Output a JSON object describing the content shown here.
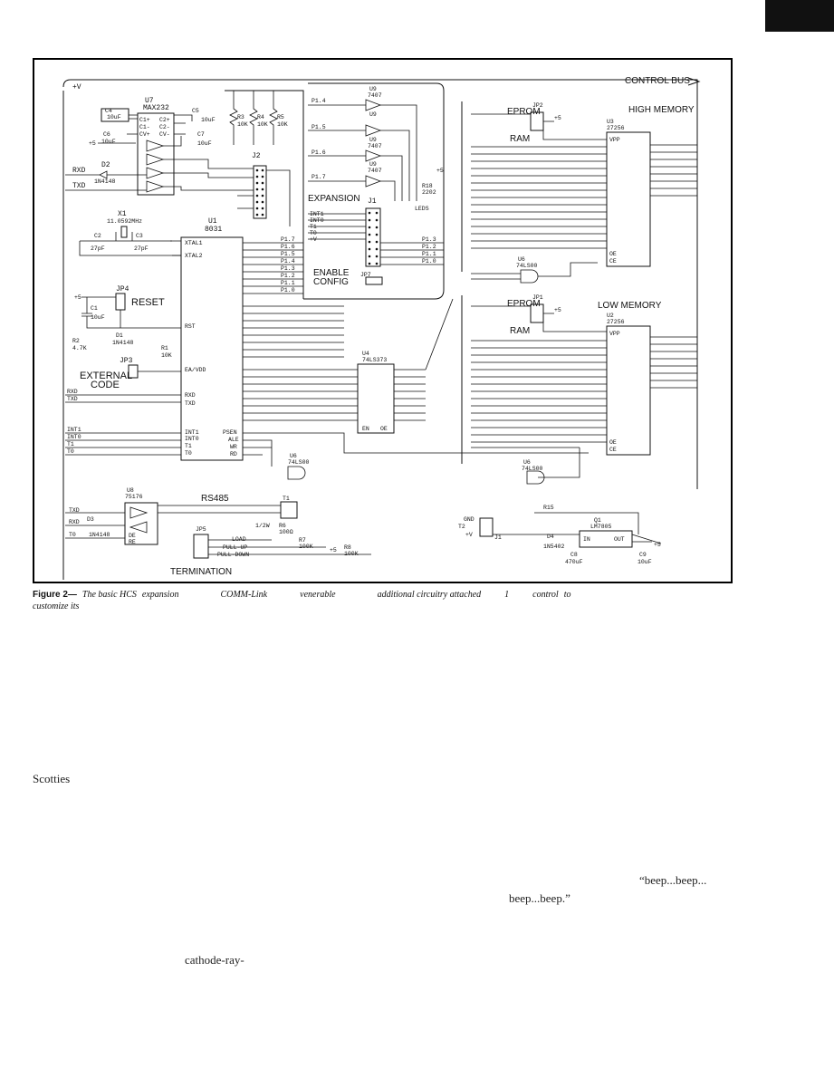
{
  "caption": [
    "Figure 2—",
    "The basic HCS",
    "expansion",
    "COMM-Link",
    "venerable",
    "additional circuitry attached",
    "1",
    "control",
    "to",
    "customize its"
  ],
  "body_fragments": [
    "Scotties",
    "“beep...beep...",
    "beep...beep.”",
    "cathode-ray-"
  ],
  "labels": {
    "control_bus": "CONTROL BUS",
    "plus_v": "+V",
    "u7": "U7",
    "max232": "MAX232",
    "c4": "C4",
    "c4v": "10uF",
    "c5": "C5",
    "c5v": "10uF",
    "c6": "C6",
    "c6v": "10uF",
    "c7": "C7",
    "c7v": "10uF",
    "c1p": "C1+",
    "c1n": "C1-",
    "c2p": "C2+",
    "c2n": "C2-",
    "cvp": "CV+",
    "cvn": "CV-",
    "r3": "R3",
    "r4": "R4",
    "r5": "R5",
    "r10k": "10K",
    "j2": "J2",
    "rxd": "RXD",
    "txd": "TXD",
    "d2": "D2",
    "d2v": "1N4148",
    "x1": "X1",
    "xtal": "11.0592MHz",
    "c2": "C2",
    "c3": "C3",
    "c27p": "27pF",
    "u1": "U1",
    "u1v": "8031",
    "xtal1": "XTAL1",
    "xtal2": "XTAL2",
    "jp4": "JP4",
    "reset": "RESET",
    "c1": "C1",
    "c1v": "10uF",
    "rst": "RST",
    "r2": "R2",
    "r2v": "4.7K",
    "d1": "D1",
    "d1v": "1N4148",
    "r1": "R1",
    "r1v": "10K",
    "jp3": "JP3",
    "external": "EXTERNAL",
    "code": "CODE",
    "ea": "EA/VDD",
    "rxd_pin": "RXD",
    "txd_pin": "TXD",
    "int1": "INT1",
    "int0": "INT0",
    "t1": "T1",
    "t0": "T0",
    "psen": "PSEN",
    "ale": "ALE",
    "wr": "WR",
    "rd": "RD",
    "u9": "U9",
    "u9v": "7407",
    "p14": "P1.4",
    "p15": "P1.5",
    "p16": "P1.6",
    "p17": "P1.7",
    "p13": "P1.3",
    "p12": "P1.2",
    "p11": "P1.1",
    "p10": "P1.0",
    "expansion": "EXPANSION",
    "j1": "J1",
    "r18": "R18",
    "r18v": "2202",
    "leds": "LEDS",
    "enable": "ENABLE",
    "config": "CONFIG",
    "jp7": "JP7",
    "u4": "U4",
    "u4v": "74LS373",
    "en": "EN",
    "oe": "OE",
    "u6": "U6",
    "u6v": "74LS00",
    "eprom": "EPROM",
    "ram": "RAM",
    "jp2": "JP2",
    "jp1": "JP1",
    "high_memory": "HIGH MEMORY",
    "low_memory": "LOW MEMORY",
    "u3": "U3",
    "u2": "U2",
    "chip": "27256",
    "vpp": "VPP",
    "ce": "CE",
    "oe_mem": "OE",
    "u8": "U8",
    "u8v": "75176",
    "rs485": "RS485",
    "t1_conn": "T1",
    "r6": "R6",
    "r6v": "100Ω",
    "r6w": "1/2W",
    "r7": "R7",
    "r7v": "100K",
    "r8": "R8",
    "r8v": "100K",
    "jp5": "JP5",
    "load": "LOAD",
    "pull_up": "PULL-UP",
    "pull_down": "PULL-DOWN",
    "termination": "TERMINATION",
    "d3": "D3",
    "d3v": "1N4148",
    "de": "DE",
    "re": "RE",
    "gnd": "GND",
    "t2": "T2",
    "j1b": "J1",
    "r15": "R15",
    "d4": "D4",
    "d4v": "1N5402",
    "q1": "Q1",
    "lm7805": "LM7805",
    "in": "IN",
    "out": "OUT",
    "c8": "C8",
    "c8v": "470uF",
    "c9": "C9",
    "c9v": "10uF",
    "plus5": "+5"
  }
}
